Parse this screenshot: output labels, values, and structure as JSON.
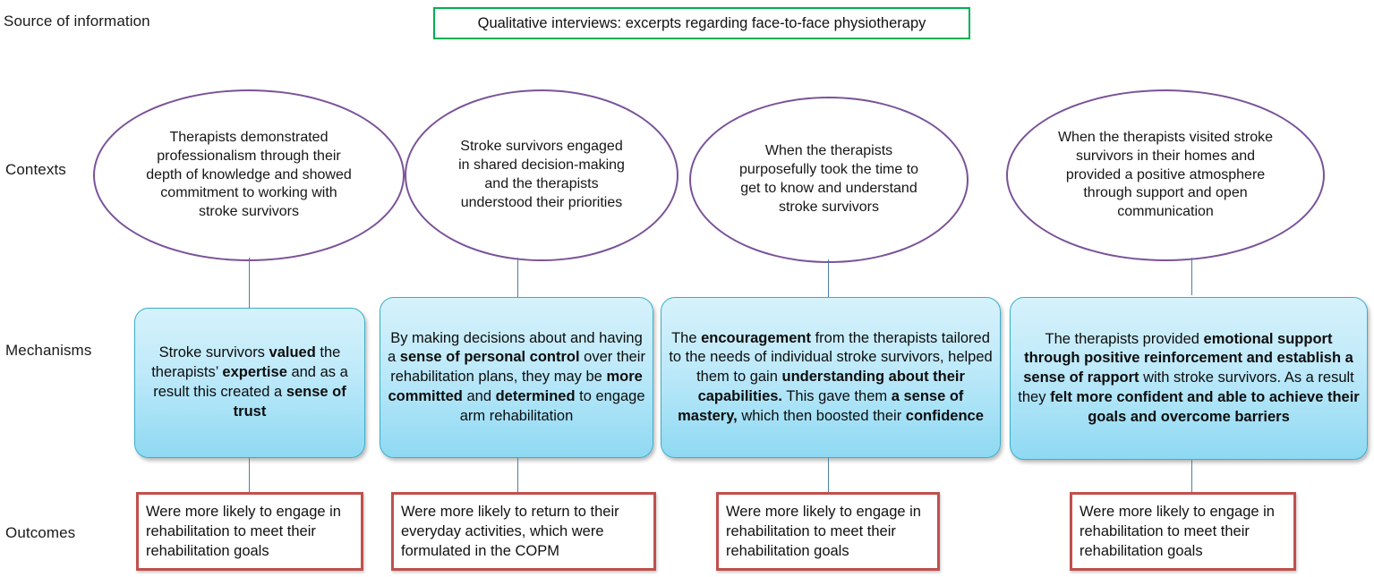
{
  "diagram": {
    "title_row_labels": {
      "source": "Source of information",
      "contexts": "Contexts",
      "mechanisms": "Mechanisms",
      "outcomes": "Outcomes"
    },
    "colors": {
      "source_border": "#00B050",
      "context_border": "#7A5299",
      "mechanism_border": "#3BAFCB",
      "mechanism_fill_top": "#D6F2FB",
      "mechanism_fill_bottom": "#8FD9F2",
      "outcome_border": "#C0504D",
      "connector": "#4B7EA8"
    },
    "source": {
      "label": "Qualitative interviews: excerpts regarding face-to-face physiotherapy"
    },
    "contexts": [
      {
        "text": "Therapists demonstrated professionalism through their depth of knowledge and showed commitment to working with stroke survivors"
      },
      {
        "text": "Stroke survivors engaged in shared decision-making and the therapists understood their priorities"
      },
      {
        "text": "When the therapists purposefully took the time to get to know and understand stroke survivors"
      },
      {
        "text": "When the therapists visited stroke survivors in their homes and provided a positive atmosphere through support and open communication"
      }
    ],
    "mechanisms": [
      {
        "html": "Stroke survivors <b>valued</b> the therapists’ <b>expertise</b> and as a result this created a <b>sense of trust</b>"
      },
      {
        "html": "By making decisions about and having a <b>sense of personal control</b> over their rehabilitation plans, they may be <b>more committed</b> and <b>determined</b> to engage arm rehabilitation"
      },
      {
        "html": "The <b>encouragement</b> from the therapists tailored to the needs of individual stroke survivors, helped them to gain <b>understanding about their capabilities.</b> This gave them <b>a sense of mastery,</b> which then boosted their <b>confidence</b>"
      },
      {
        "html": "The therapists provided <b>emotional support through positive reinforcement and establish a sense of rapport</b> with stroke survivors. As a result they <b>felt more confident and able to achieve their goals and overcome barriers</b>"
      }
    ],
    "outcomes": [
      {
        "text": "Were more likely to engage in rehabilitation to meet their rehabilitation goals"
      },
      {
        "text": "Were more likely to return to their everyday activities, which were formulated in the COPM"
      },
      {
        "text": "Were more likely to engage in rehabilitation to meet their rehabilitation goals"
      },
      {
        "text": "Were more likely to engage in rehabilitation to meet their rehabilitation goals"
      }
    ]
  }
}
